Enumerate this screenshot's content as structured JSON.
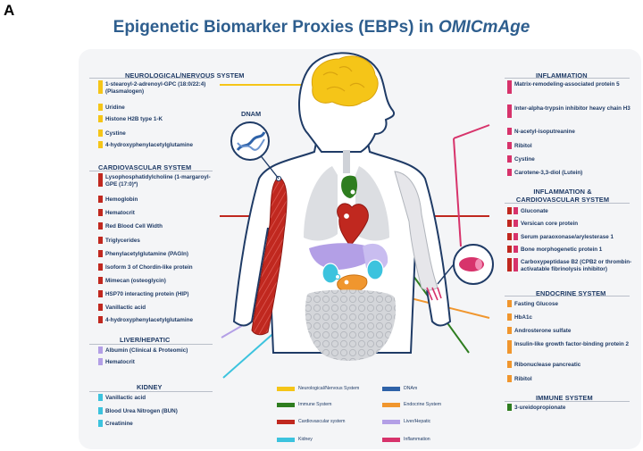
{
  "panel_letter": "A",
  "title_prefix": "Epigenetic Biomarker Proxies (EBPs) in ",
  "title_emph": "OMICmAge",
  "colors": {
    "neuro": "#f5c518",
    "immune": "#2e7d1f",
    "cardio": "#c0281f",
    "kidney": "#3cc3de",
    "dnam": "#2e62a8",
    "endocrine": "#f0962e",
    "liver": "#b39fe6",
    "inflammation": "#d7336b"
  },
  "dnam_label": "DNAM",
  "left_sections": [
    {
      "title": "NEUROLOGICAL/NERVOUS SYSTEM",
      "items": [
        "1-stearoyl-2-adrenoyl-GPC (18:0/22:4) (Plasmalogen)",
        "Uridine",
        "Histone H2B type 1-K",
        "Cystine",
        "4-hydroxyphenylacetylglutamine"
      ]
    },
    {
      "title": "CARDIOVASCULAR SYSTEM",
      "items": [
        "Lysophosphatidylcholine (1-margaroyl-GPE (17:0)*)",
        "Hemoglobin",
        "Hematocrit",
        "Red Blood Cell Width",
        "Triglycerides",
        "Phenylacetylglutamine (PAGln)",
        "Isoform 3 of Chordin-like protein",
        "Mimecan (osteoglycin)",
        "HSP70 interacting protein (HIP)",
        "Vanillactic acid",
        "4-hydroxyphenylacetylglutamine"
      ]
    },
    {
      "title": "LIVER/HEPATIC",
      "items": [
        "Albumin (Clinical & Proteomic)",
        "Hematocrit"
      ]
    },
    {
      "title": "KIDNEY",
      "items": [
        "Vanillactic acid",
        "Blood Urea Nitrogen (BUN)",
        "Creatinine"
      ]
    }
  ],
  "right_sections": [
    {
      "title": "INFLAMMATION",
      "items": [
        "Matrix-remodeling-associated protein 5",
        "Inter-alpha-trypsin inhibitor heavy chain H3",
        "N-acetyl-isoputreanine",
        "Ribitol",
        "Cystine",
        "Carotene-3,3-diol (Lutein)"
      ]
    },
    {
      "title": "INFLAMMATION & CARDIOVASCULAR SYSTEM",
      "items": [
        "Gluconate",
        "Versican core protein",
        "Serum paraoxonase/arylesterase 1",
        "Bone morphogenetic protein 1",
        "Carboxypeptidase B2 (CPB2 or thrombin-activatable fibrinolysis inhibitor)"
      ]
    },
    {
      "title": "ENDOCRINE SYSTEM",
      "items": [
        "Fasting Glucose",
        "HbA1c",
        "Androsterone sulfate",
        "Insulin-like growth factor-binding protein 2",
        "Ribonuclease pancreatic",
        "Ribitol"
      ]
    },
    {
      "title": "IMMUNE SYSTEM",
      "items": [
        "3-ureidopropionate"
      ]
    }
  ],
  "legend": [
    {
      "label": "Neurological/Nervous System",
      "color": "#f5c518"
    },
    {
      "label": "DNAm",
      "color": "#2e62a8"
    },
    {
      "label": "Immune System",
      "color": "#2e7d1f"
    },
    {
      "label": "Endocrine System",
      "color": "#f0962e"
    },
    {
      "label": "Cardiovascular system",
      "color": "#c0281f"
    },
    {
      "label": "Liver/Hepatic",
      "color": "#b39fe6"
    },
    {
      "label": "Kidney",
      "color": "#3cc3de"
    },
    {
      "label": "Inflammation",
      "color": "#d7336b"
    }
  ]
}
